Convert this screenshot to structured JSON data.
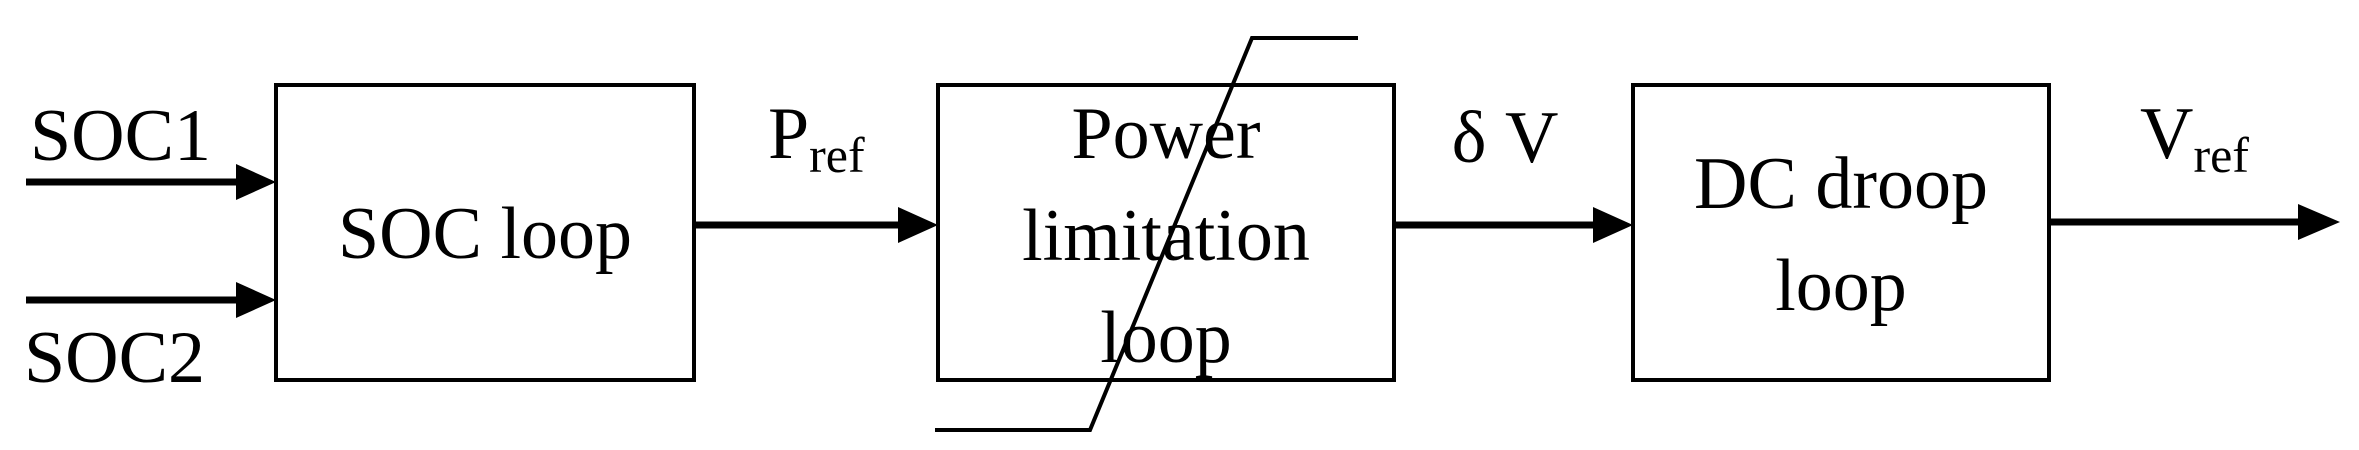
{
  "inputs": {
    "soc1": "SOC1",
    "soc2": "SOC2"
  },
  "blocks": {
    "soc_loop": "SOC loop",
    "power_limitation": [
      "Power",
      "limitation",
      "loop"
    ],
    "dc_droop": [
      "DC droop",
      "loop"
    ]
  },
  "signals": {
    "pref_main": "P",
    "pref_sub": "ref",
    "delta_v": "δ V",
    "vref_main": "V",
    "vref_sub": "ref"
  }
}
